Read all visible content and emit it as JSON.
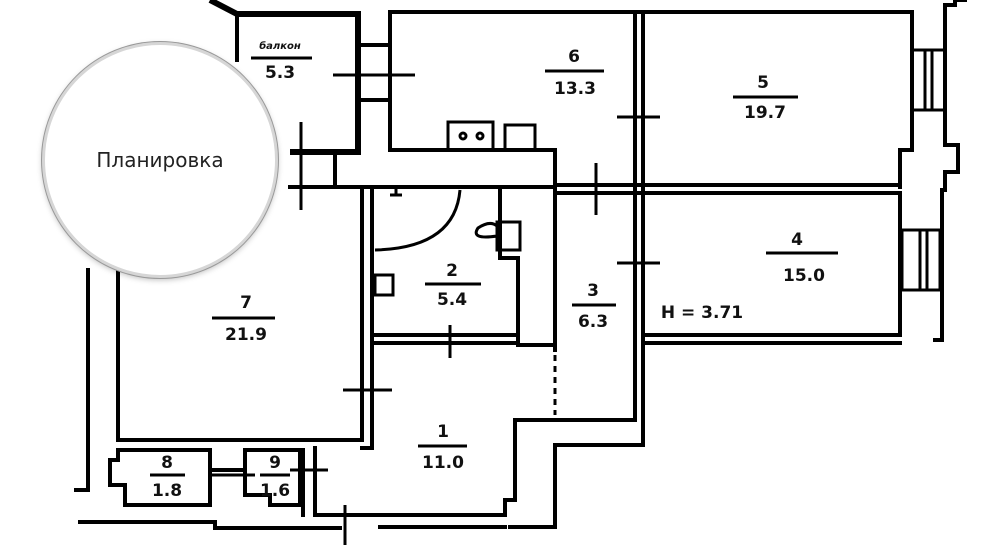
{
  "title": "Планировка",
  "ceiling_height": "H = 3.71",
  "rooms": [
    {
      "number": "1",
      "area": "11.0"
    },
    {
      "number": "2",
      "area": "5.4"
    },
    {
      "number": "3",
      "area": "6.3"
    },
    {
      "number": "4",
      "area": "15.0"
    },
    {
      "number": "5",
      "area": "19.7"
    },
    {
      "number": "6",
      "area": "13.3"
    },
    {
      "number": "7",
      "area": "21.9"
    },
    {
      "number": "8",
      "area": "1.8"
    },
    {
      "number": "9",
      "area": "1.6"
    },
    {
      "number": "балкон",
      "area": "5.3"
    }
  ]
}
